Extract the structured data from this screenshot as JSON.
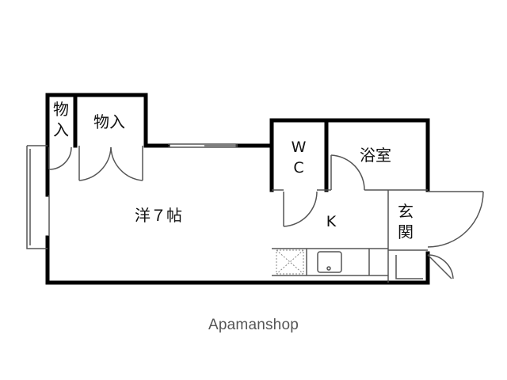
{
  "rooms": {
    "closet_small": [
      "物",
      "入"
    ],
    "closet": "物入",
    "western": "洋７帖",
    "wc": [
      "W",
      "C"
    ],
    "bath": "浴室",
    "kitchen": "K",
    "entrance": [
      "玄",
      "関"
    ]
  },
  "brand": "Apamanshop",
  "colors": {
    "wall": "#000000",
    "line": "#777777",
    "brand": "#555555"
  }
}
